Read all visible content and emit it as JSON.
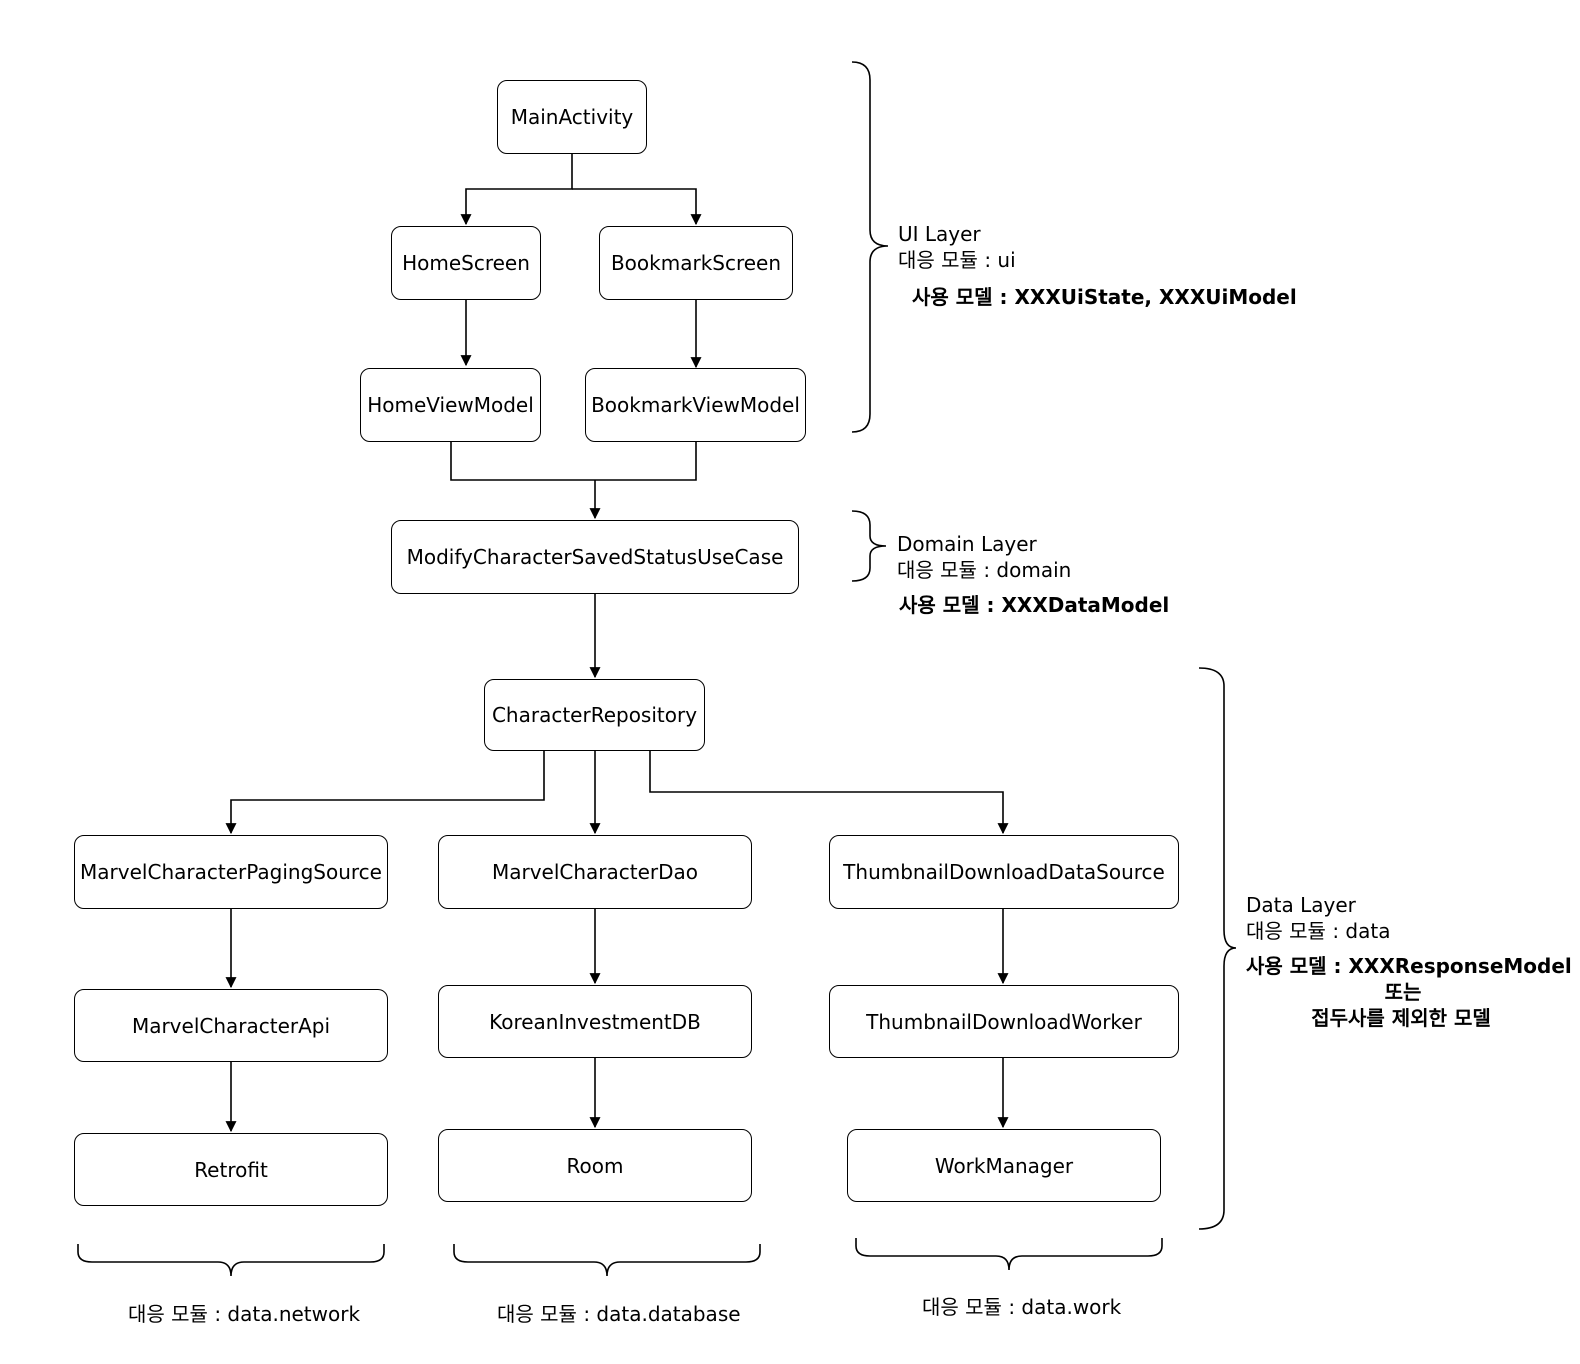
{
  "nodes": {
    "main_activity": "MainActivity",
    "home_screen": "HomeScreen",
    "bookmark_screen": "BookmarkScreen",
    "home_view_model": "HomeViewModel",
    "bookmark_view_model": "BookmarkViewModel",
    "use_case": "ModifyCharacterSavedStatusUseCase",
    "character_repository": "CharacterRepository",
    "paging_source": "MarvelCharacterPagingSource",
    "character_dao": "MarvelCharacterDao",
    "thumbnail_data_source": "ThumbnailDownloadDataSource",
    "character_api": "MarvelCharacterApi",
    "investment_db": "KoreanInvestmentDB",
    "download_worker": "ThumbnailDownloadWorker",
    "retrofit": "Retrofit",
    "room": "Room",
    "work_manager": "WorkManager"
  },
  "layers": {
    "ui": {
      "name": "UI Layer",
      "module": "대응 모듈 : ui",
      "model": "사용 모델 : XXXUiState, XXXUiModel"
    },
    "domain": {
      "name": "Domain Layer",
      "module": "대응 모듈 : domain",
      "model": "사용 모델 : XXXDataModel"
    },
    "data": {
      "name": "Data Layer",
      "module": "대응 모듈 : data",
      "model": "사용 모델 : XXXResponseModel",
      "model_or": "또는",
      "model_alt": "접두사를 제외한 모델"
    }
  },
  "modules": {
    "network": "대응 모듈 : data.network",
    "database": "대응 모듈 : data.database",
    "work": "대응 모듈 : data.work"
  }
}
